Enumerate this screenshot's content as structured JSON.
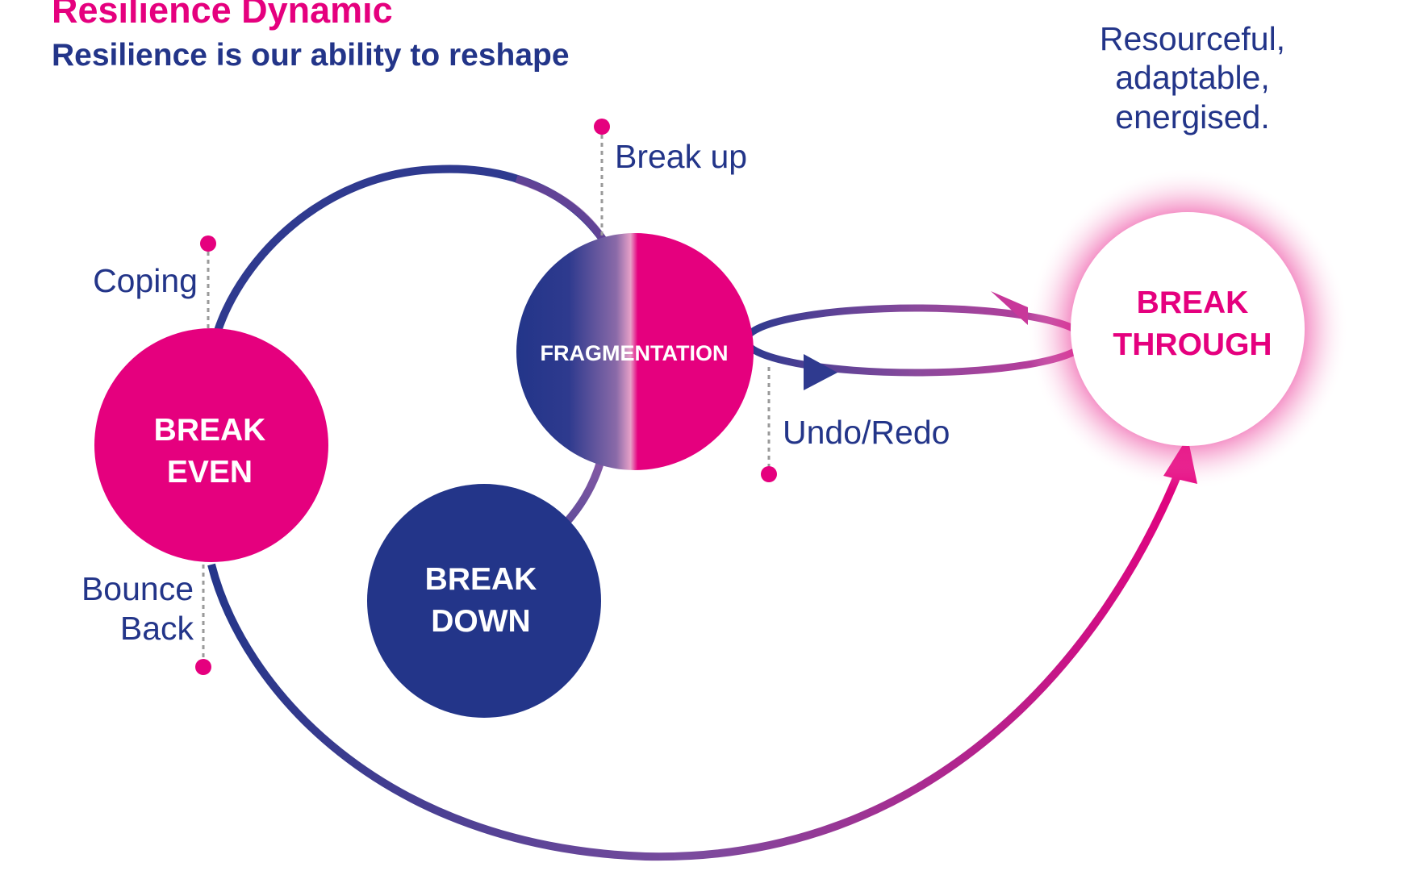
{
  "header": {
    "title": "Resilience Dynamic",
    "subtitle": "Resilience is our ability to reshape"
  },
  "nodes": {
    "break_even": {
      "line1": "BREAK",
      "line2": "EVEN"
    },
    "break_down": {
      "line1": "BREAK",
      "line2": "DOWN"
    },
    "fragmentation": {
      "label": "FRAGMENTATION"
    },
    "break_through": {
      "line1": "BREAK",
      "line2": "THROUGH"
    }
  },
  "labels": {
    "coping": "Coping",
    "break_up": "Break up",
    "undo_redo": "Undo/Redo",
    "bounce_back_1": "Bounce",
    "bounce_back_2": "Back",
    "outcome_1": "Resourceful,",
    "outcome_2": "adaptable,",
    "outcome_3": "energised."
  },
  "colors": {
    "navy": "#233589",
    "magenta": "#e5007e",
    "purple": "#8a4a9c",
    "dotted": "#9a9a9a"
  }
}
